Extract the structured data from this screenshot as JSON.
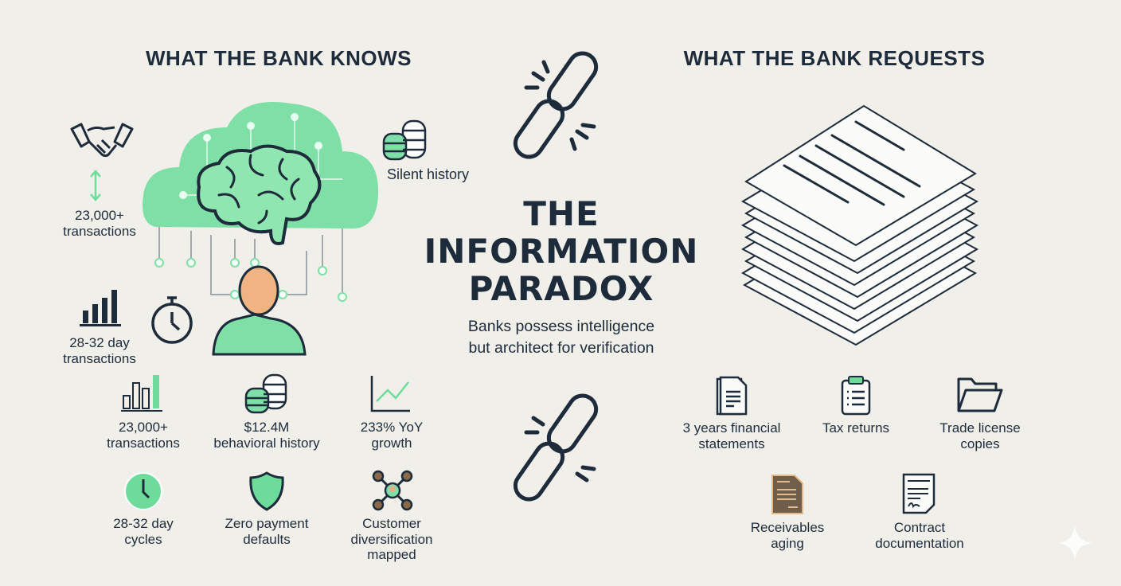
{
  "left_heading": "WHAT THE BANK KNOWS",
  "right_heading": "WHAT THE BANK REQUESTS",
  "center": {
    "title_lines": [
      "THE",
      "INFORMATION",
      "PARADOX"
    ],
    "subtitle_lines": [
      "Banks possess intelligence",
      "but architect for verification"
    ]
  },
  "diagram_labels": {
    "handshake": [
      "23,000+",
      "transactions"
    ],
    "bars": [
      "28-32 day",
      "transactions"
    ],
    "coins": "Silent history"
  },
  "knows_items": [
    {
      "icon": "bar-chart-icon",
      "lines": [
        "23,000+",
        "transactions"
      ]
    },
    {
      "icon": "coins-icon",
      "lines": [
        "$12.4M",
        "behavioral history"
      ]
    },
    {
      "icon": "growth-chart-icon",
      "lines": [
        "233% YoY",
        "growth"
      ]
    },
    {
      "icon": "clock-icon",
      "lines": [
        "28-32 day",
        "cycles"
      ]
    },
    {
      "icon": "shield-icon",
      "lines": [
        "Zero payment",
        "defaults"
      ]
    },
    {
      "icon": "network-icon",
      "lines": [
        "Customer",
        "diversification",
        "mapped"
      ]
    }
  ],
  "requests_items": [
    {
      "icon": "document-icon",
      "lines": [
        "3 years financial",
        "statements"
      ]
    },
    {
      "icon": "clipboard-icon",
      "lines": [
        "Tax returns"
      ]
    },
    {
      "icon": "folder-icon",
      "lines": [
        "Trade license",
        "copies"
      ]
    },
    {
      "icon": "aged-document-icon",
      "lines": [
        "Receivables",
        "aging"
      ]
    },
    {
      "icon": "contract-icon",
      "lines": [
        "Contract",
        "documentation"
      ]
    }
  ],
  "colors": {
    "background": "#f1efea",
    "ink": "#1d2b3a",
    "green": "#6ddc9b"
  }
}
